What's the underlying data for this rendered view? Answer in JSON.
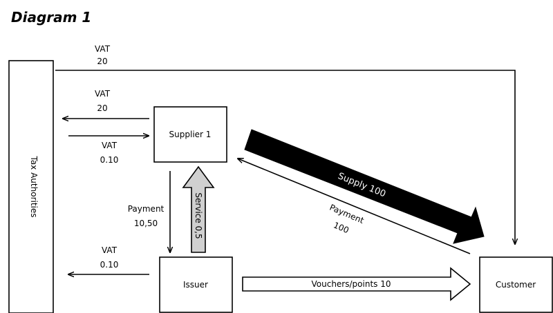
{
  "title": "Diagram 1",
  "nodes": {
    "tax": "Tax Authorities",
    "supplier": "Supplier 1",
    "issuer": "Issuer",
    "customer": "Customer"
  },
  "flows": {
    "vat_tax_customer": {
      "name": "VAT",
      "amount": "20"
    },
    "vat_supplier_tax": {
      "name": "VAT",
      "amount": "20"
    },
    "vat_tax_supplier": {
      "name": "VAT",
      "amount": "0.10"
    },
    "vat_issuer_tax": {
      "name": "VAT",
      "amount": "0.10"
    },
    "payment_supplier_issuer": {
      "name": "Payment",
      "amount": "10,50"
    },
    "service": "Service 0,5",
    "supply": "Supply 100",
    "payment_customer_supplier": {
      "name": "Payment",
      "amount": "100"
    },
    "vouchers": "Vouchers/points 10"
  },
  "colors": {
    "supply_arrow": "#000000",
    "service_arrow": "#d0d0d0",
    "line": "#000000"
  }
}
